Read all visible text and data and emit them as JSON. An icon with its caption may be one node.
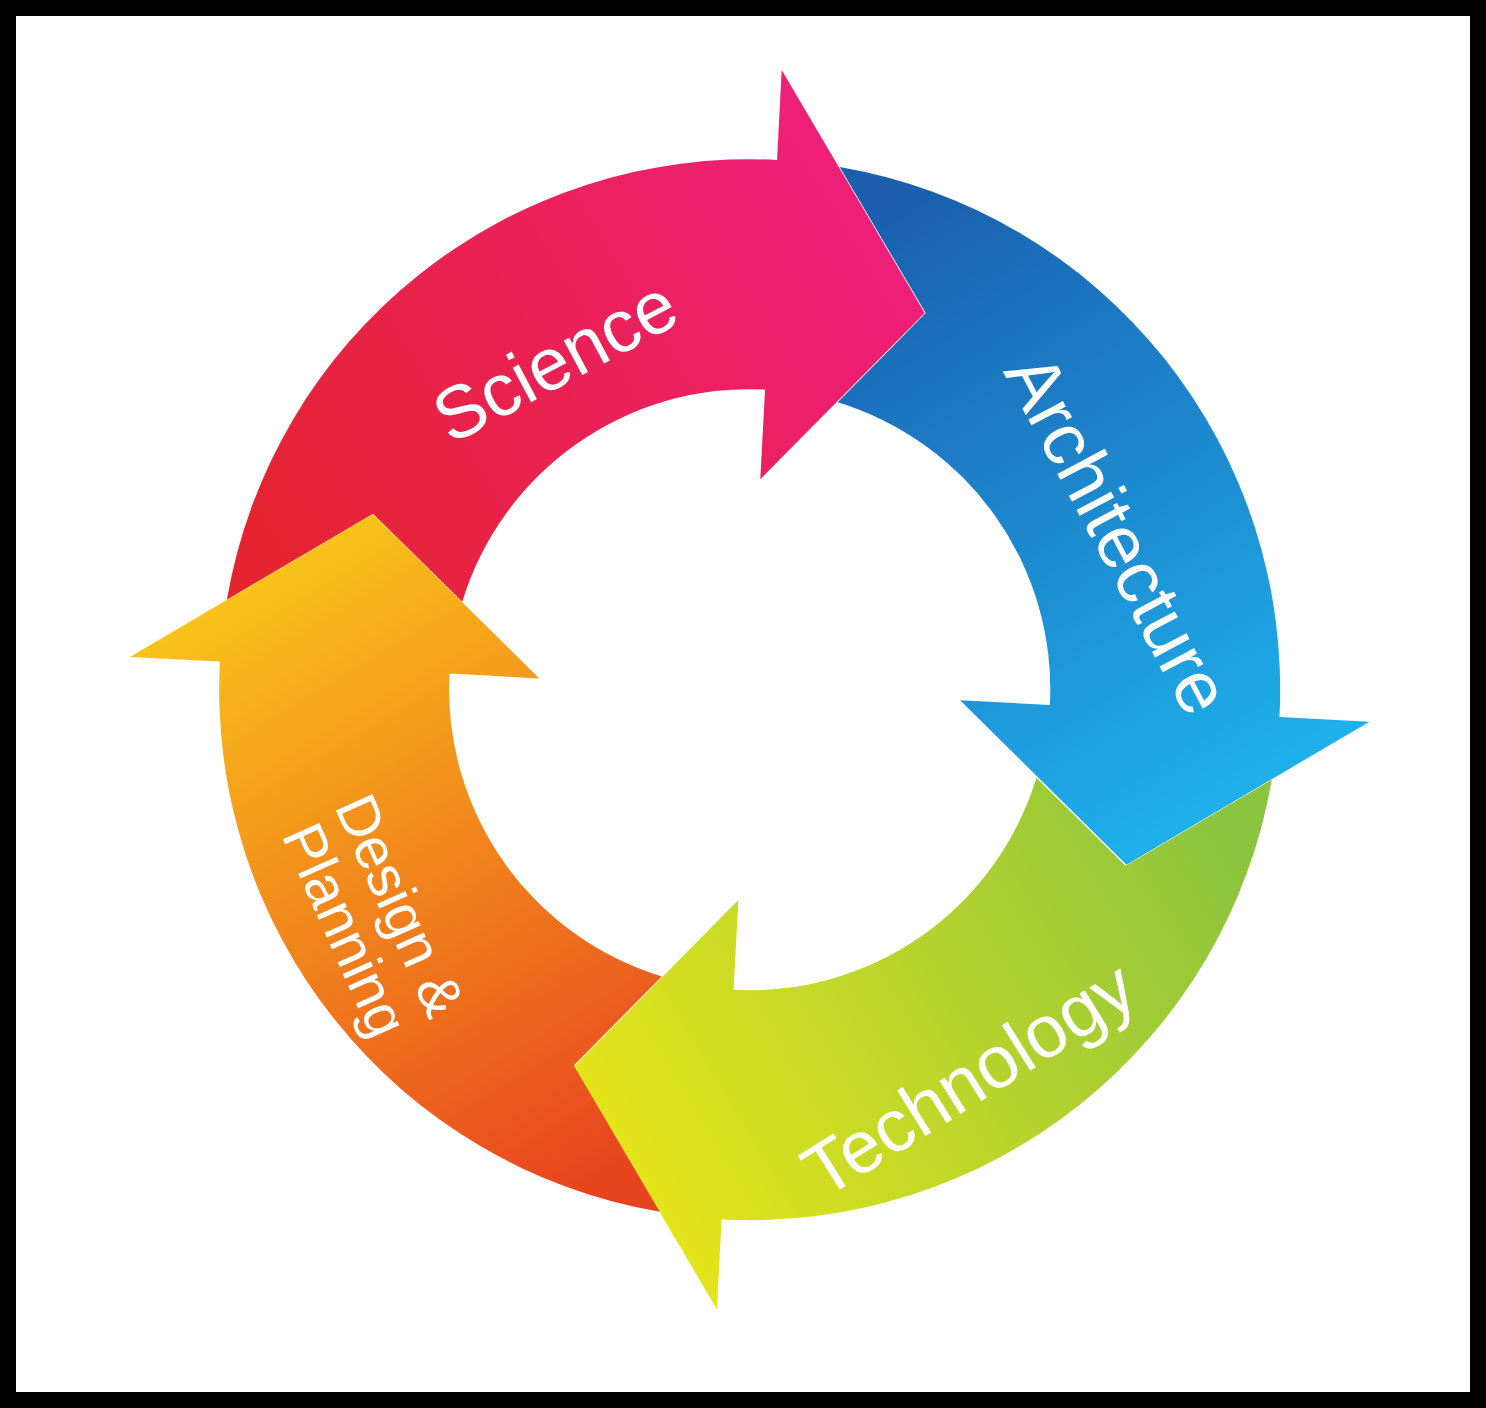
{
  "diagram": {
    "nodes": [
      {
        "text": [
          "Science"
        ]
      },
      {
        "text": [
          "Architecture"
        ]
      },
      {
        "text": [
          "Technology"
        ]
      },
      {
        "text": [
          "Design & Planning"
        ]
      }
    ]
  }
}
